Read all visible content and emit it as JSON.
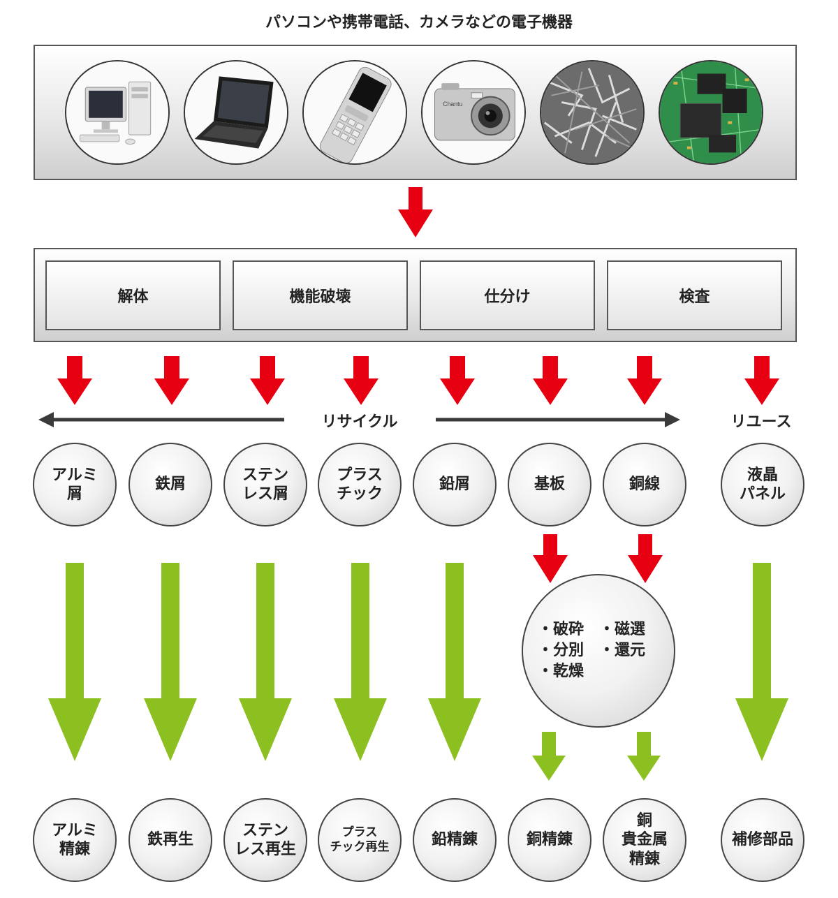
{
  "header": {
    "title": "パソコンや携帯電話、カメラなどの電子機器"
  },
  "devices": [
    {
      "icon": "desktop-pc-icon"
    },
    {
      "icon": "laptop-icon"
    },
    {
      "icon": "mobile-phone-icon"
    },
    {
      "icon": "digital-camera-icon",
      "brand_label": "Chantu"
    },
    {
      "icon": "metal-scrap-icon"
    },
    {
      "icon": "circuit-board-icon"
    }
  ],
  "process_steps": [
    "解体",
    "機能破壊",
    "仕分け",
    "検査"
  ],
  "flow_labels": {
    "recycle": "リサイクル",
    "reuse": "リユース"
  },
  "materials": [
    {
      "label": "アルミ\n屑"
    },
    {
      "label": "鉄屑"
    },
    {
      "label": "ステン\nレス屑"
    },
    {
      "label": "プラス\nチック"
    },
    {
      "label": "鉛屑"
    },
    {
      "label": "基板"
    },
    {
      "label": "銅線"
    },
    {
      "label": "液晶\nパネル"
    }
  ],
  "process_circle": {
    "left_items": [
      "・破砕",
      "・分別",
      "・乾燥"
    ],
    "right_items": [
      "・磁選",
      "・還元"
    ]
  },
  "outputs": [
    {
      "label": "アルミ\n精錬"
    },
    {
      "label": "鉄再生"
    },
    {
      "label": "ステン\nレス再生"
    },
    {
      "label": "プラス\nチック再生",
      "small": true
    },
    {
      "label": "鉛精錬"
    },
    {
      "label": "銅精錬"
    },
    {
      "label": "銅\n貴金属\n精錬"
    },
    {
      "label": "補修部品"
    }
  ],
  "colors": {
    "red_arrow": "#e60012",
    "green_arrow": "#8cc020",
    "dark_arrow": "#3a3a3a"
  }
}
